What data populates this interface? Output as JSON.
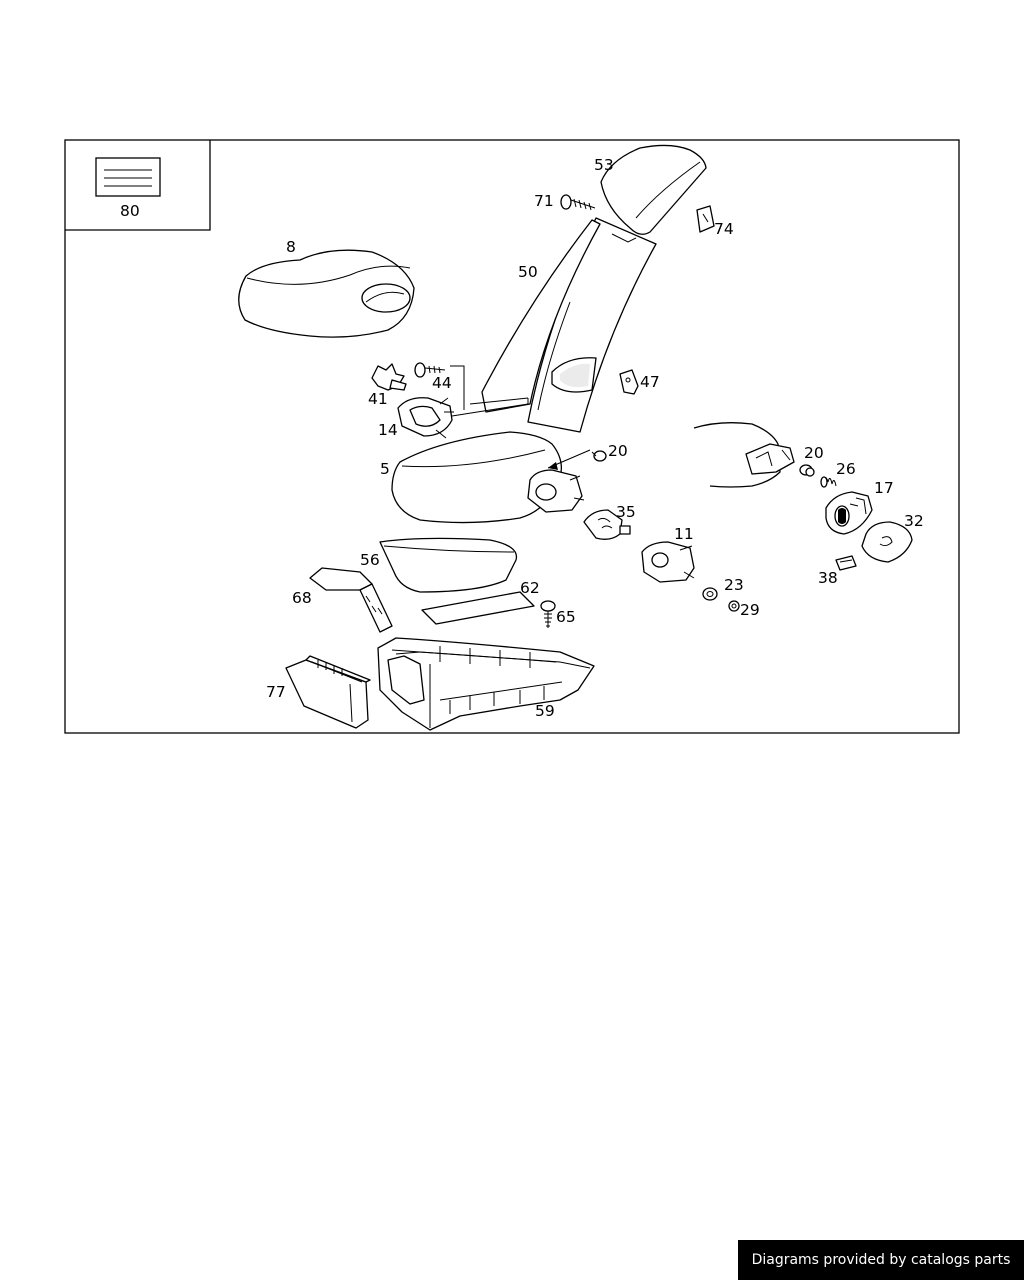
{
  "callouts": {
    "c80": "80",
    "c53": "53",
    "c71": "71",
    "c74": "74",
    "c8": "8",
    "c50": "50",
    "c44": "44",
    "c41": "41",
    "c47": "47",
    "c14": "14",
    "c20a": "20",
    "c20b": "20",
    "c5": "5",
    "c26": "26",
    "c17": "17",
    "c35": "35",
    "c32": "32",
    "c11": "11",
    "c56": "56",
    "c38": "38",
    "c62": "62",
    "c68": "68",
    "c23": "23",
    "c65": "65",
    "c29": "29",
    "c77": "77",
    "c59": "59"
  },
  "footer": {
    "text": "Diagrams provided by catalogs parts"
  }
}
